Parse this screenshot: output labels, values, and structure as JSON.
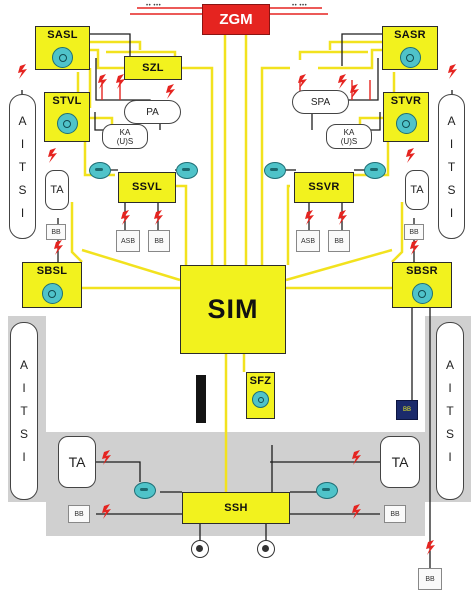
{
  "labels": {
    "zgm": "ZGM",
    "sasl": "SASL",
    "sasr": "SASR",
    "szl": "SZL",
    "pa_left": "PA",
    "spa_right": "SPA",
    "stvl": "STVL",
    "stvr": "STVR",
    "ka_left": "KA",
    "ka_right": "KA",
    "ka_sub": "(U)S",
    "ssvl": "SSVL",
    "ssvr": "SSVR",
    "aits": [
      "A",
      "I",
      "T",
      "S",
      "I"
    ],
    "ta": "TA",
    "sbsl": "SBSL",
    "sbsr": "SBSR",
    "sim": "SIM",
    "sfz": "SFZ",
    "ssh": "SSH",
    "small_box": "ASB",
    "tiny_box": "BB",
    "tag_left": "•• •••",
    "tag_right": "•• •••"
  },
  "colors": {
    "module_fill": "#f2f21e",
    "wire_yellow": "#f2e21e",
    "wire_black": "#1e1e1e",
    "wire_red": "#e52420",
    "zgm_fill": "#e52420",
    "zone_gray": "#d0d0d0",
    "knob": "#4fc3c9"
  },
  "icons": [
    "knob-icon",
    "lens-sensor-icon",
    "bolt-icon",
    "wheel-icon"
  ]
}
